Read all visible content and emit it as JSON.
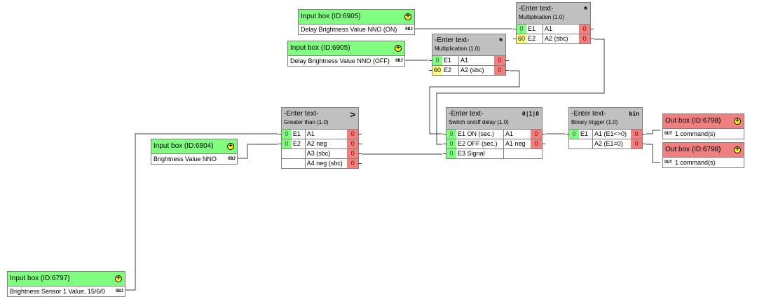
{
  "input_boxes": {
    "delay_on": {
      "title": "Input box (ID:6905)",
      "label": "Delay Brightness Value NNO (ON)",
      "tag": "OBJ"
    },
    "delay_off": {
      "title": "Input box (ID:6905)",
      "label": "Delay Brightness Value NNO (OFF)",
      "tag": "OBJ"
    },
    "brightness_nno": {
      "title": "Input box (ID:6804)",
      "label": "Brightness Value NNO",
      "tag": "OBJ"
    },
    "sensor": {
      "title": "Input box (ID:6797)",
      "label": "Brightness Sensor 1 Value, 15/6/0",
      "tag": "OBJ"
    }
  },
  "mult_top": {
    "title": "-Enter text-",
    "subtitle": "Multiplication (1.0)",
    "symbol": "*",
    "rows": [
      {
        "val": "0",
        "in": "E1",
        "out": "A1",
        "oval": "0"
      },
      {
        "val": "60",
        "in": "E2",
        "out": "A2 (sbc)",
        "oval": "0"
      }
    ]
  },
  "mult_mid": {
    "title": "-Enter text-",
    "subtitle": "Multiplication (1.0)",
    "symbol": "*",
    "rows": [
      {
        "val": "0",
        "in": "E1",
        "out": "A1",
        "oval": "0"
      },
      {
        "val": "60",
        "in": "E2",
        "out": "A2 (sbc)",
        "oval": "0"
      }
    ]
  },
  "greater": {
    "title": "-Enter text-",
    "subtitle": "Greater than (1.0)",
    "symbol": ">",
    "rows": [
      {
        "val": "0",
        "in": "E1",
        "out": "A1",
        "oval": "0"
      },
      {
        "val": "0",
        "in": "E2",
        "out": "A2 neg",
        "oval": "0"
      },
      {
        "val": "",
        "in": "",
        "out": "A3 (sbc)",
        "oval": "0"
      },
      {
        "val": "",
        "in": "",
        "out": "A4 neg (sbc)",
        "oval": "0"
      }
    ]
  },
  "switch": {
    "title": "-Enter text-",
    "subtitle": "Switch on/off delay (1.0)",
    "symbol": "0|1|0",
    "rows": [
      {
        "val": "0",
        "in": "E1 ON (sec.)",
        "out": "A1",
        "oval": "0"
      },
      {
        "val": "0",
        "in": "E2 OFF (sec.)",
        "out": "A1 neg",
        "oval": "0"
      },
      {
        "val": "0",
        "in": "E3 Signal",
        "out": "",
        "oval": ""
      }
    ]
  },
  "binary": {
    "title": "-Enter text-",
    "subtitle": "Binary trigger (1.0)",
    "symbol": "bin",
    "rows": [
      {
        "val": "0",
        "in": "E1",
        "out": "A1 (E1<>0)",
        "oval": "0"
      },
      {
        "val": "",
        "in": "",
        "out": "A2 (E1=0)",
        "oval": "0"
      }
    ]
  },
  "out_boxes": {
    "out1": {
      "title": "Out box (ID:6798)",
      "label": "1 command(s)",
      "tag": "OUT"
    },
    "out2": {
      "title": "Out box (ID:6798)",
      "label": "1 command(s)",
      "tag": "OUT"
    }
  }
}
